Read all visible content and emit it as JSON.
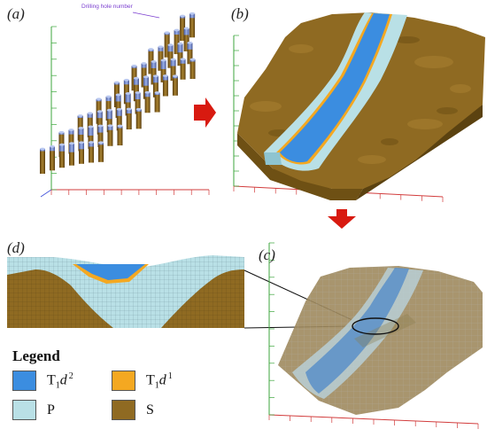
{
  "panels": {
    "a": "(a)",
    "b": "(b)",
    "c": "(c)",
    "d": "(d)"
  },
  "annotation": {
    "drilling_hole_label": "Drilling hole number"
  },
  "legend": {
    "title": "Legend",
    "items": [
      {
        "base": "T",
        "sub": "1",
        "italic": "d",
        "sup": "2",
        "color": "#3b8de0"
      },
      {
        "base": "T",
        "sub": "1",
        "italic": "d",
        "sup": "1",
        "color": "#f4a821"
      },
      {
        "base": "P",
        "color": "#b9e0e6"
      },
      {
        "base": "S",
        "color": "#8f6a22"
      }
    ]
  },
  "colors": {
    "t1d2": "#3b8de0",
    "t1d1": "#f4a821",
    "p": "#b9e0e6",
    "s": "#8f6a22",
    "arrow": "#d81a10",
    "axis_green": "#3ca63c",
    "axis_red": "#d23c3c",
    "axis_blue": "#4a5adc"
  }
}
